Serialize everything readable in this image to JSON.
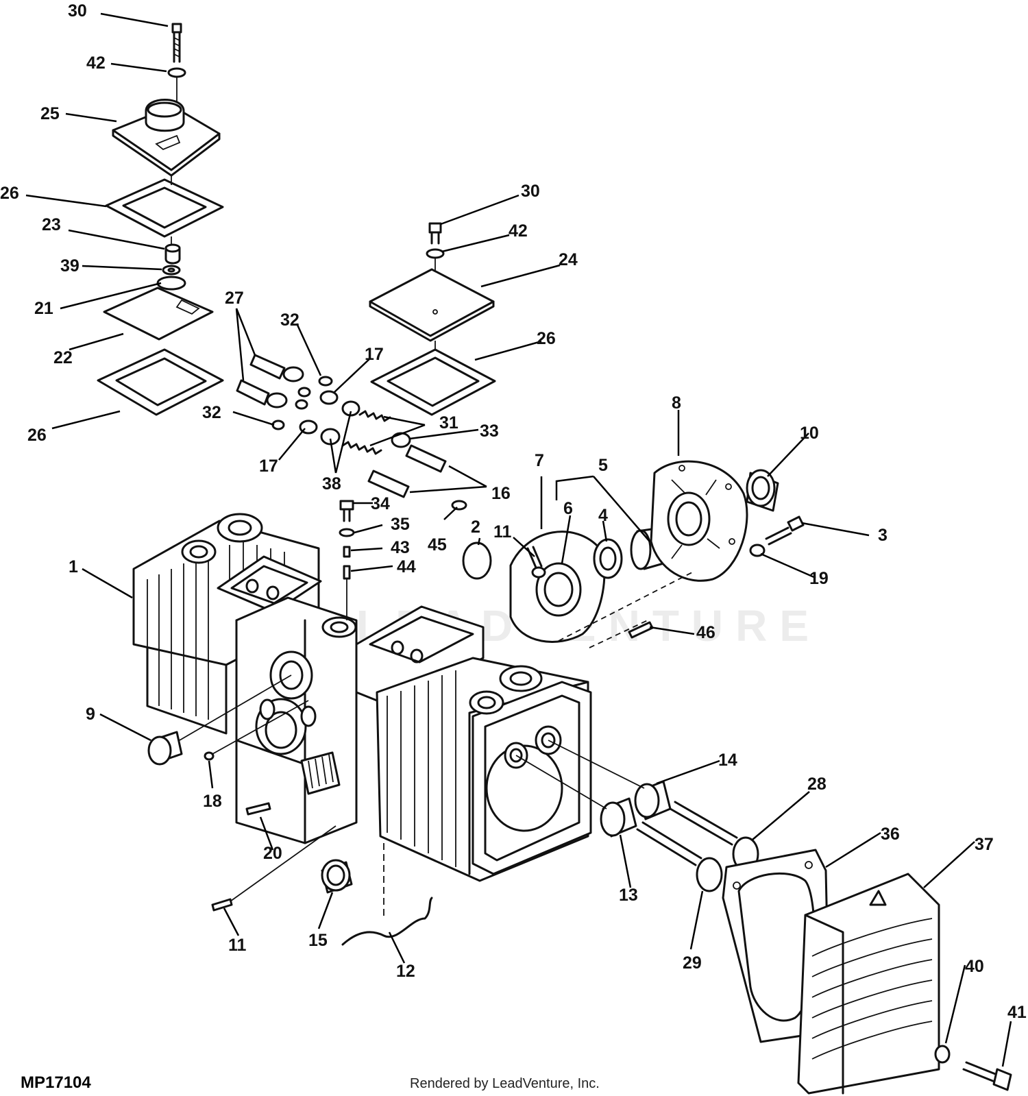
{
  "figure_code": "MP17104",
  "credit": "Rendered by LeadVenture, Inc.",
  "watermark": "LEADVENTURE",
  "callouts": [
    {
      "id": "c30a",
      "label": "30"
    },
    {
      "id": "c42a",
      "label": "42"
    },
    {
      "id": "c25",
      "label": "25"
    },
    {
      "id": "c26a",
      "label": "26"
    },
    {
      "id": "c23",
      "label": "23"
    },
    {
      "id": "c39",
      "label": "39"
    },
    {
      "id": "c21",
      "label": "21"
    },
    {
      "id": "c22",
      "label": "22"
    },
    {
      "id": "c26b",
      "label": "26"
    },
    {
      "id": "c30b",
      "label": "30"
    },
    {
      "id": "c42b",
      "label": "42"
    },
    {
      "id": "c24",
      "label": "24"
    },
    {
      "id": "c26c",
      "label": "26"
    },
    {
      "id": "c27",
      "label": "27"
    },
    {
      "id": "c32a",
      "label": "32"
    },
    {
      "id": "c17a",
      "label": "17"
    },
    {
      "id": "c32b",
      "label": "32"
    },
    {
      "id": "c17b",
      "label": "17"
    },
    {
      "id": "c31",
      "label": "31"
    },
    {
      "id": "c33",
      "label": "33"
    },
    {
      "id": "c38",
      "label": "38"
    },
    {
      "id": "c16",
      "label": "16"
    },
    {
      "id": "c34",
      "label": "34"
    },
    {
      "id": "c35",
      "label": "35"
    },
    {
      "id": "c43",
      "label": "43"
    },
    {
      "id": "c45",
      "label": "45"
    },
    {
      "id": "c44",
      "label": "44"
    },
    {
      "id": "c8",
      "label": "8"
    },
    {
      "id": "c10",
      "label": "10"
    },
    {
      "id": "c7",
      "label": "7"
    },
    {
      "id": "c5",
      "label": "5"
    },
    {
      "id": "c6",
      "label": "6"
    },
    {
      "id": "c2",
      "label": "2"
    },
    {
      "id": "c11a",
      "label": "11"
    },
    {
      "id": "c4",
      "label": "4"
    },
    {
      "id": "c3",
      "label": "3"
    },
    {
      "id": "c19",
      "label": "19"
    },
    {
      "id": "c1",
      "label": "1"
    },
    {
      "id": "c46",
      "label": "46"
    },
    {
      "id": "c9",
      "label": "9"
    },
    {
      "id": "c18",
      "label": "18"
    },
    {
      "id": "c14",
      "label": "14"
    },
    {
      "id": "c28",
      "label": "28"
    },
    {
      "id": "c20",
      "label": "20"
    },
    {
      "id": "c13",
      "label": "13"
    },
    {
      "id": "c36",
      "label": "36"
    },
    {
      "id": "c37",
      "label": "37"
    },
    {
      "id": "c15",
      "label": "15"
    },
    {
      "id": "c11b",
      "label": "11"
    },
    {
      "id": "c12",
      "label": "12"
    },
    {
      "id": "c29",
      "label": "29"
    },
    {
      "id": "c40",
      "label": "40"
    },
    {
      "id": "c41",
      "label": "41"
    }
  ]
}
